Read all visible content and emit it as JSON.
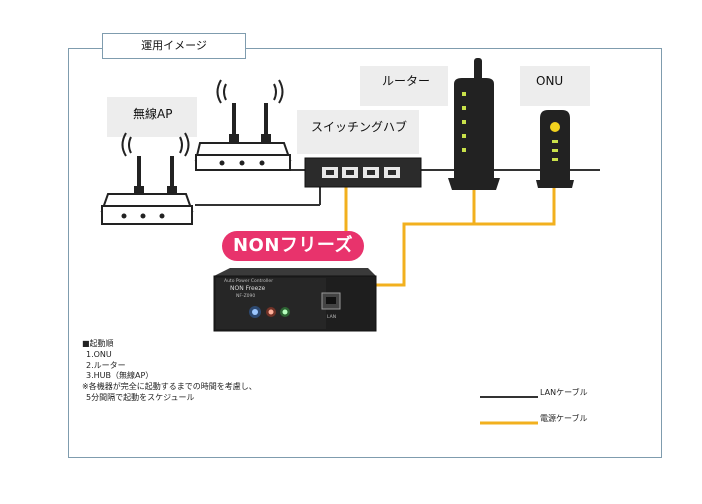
{
  "title": "運用イメージ",
  "labels": {
    "wireless_ap": "無線AP",
    "router": "ルーター",
    "onu": "ONU",
    "switching_hub": "スイッチングハブ"
  },
  "product": {
    "badge": "NONフリーズ",
    "panel_line1": "Auto Power Controller",
    "panel_line2": "NON Freeze",
    "panel_line3": "NF-Z090",
    "port_label": "LAN"
  },
  "boot_order": {
    "heading": "■起動順",
    "items": [
      "1.ONU",
      "2.ルーター",
      "3.HUB（無線AP）"
    ],
    "note_line1": "※各機器が完全に起動するまでの時間を考慮し、",
    "note_line2": "5分間隔で起動をスケジュール"
  },
  "legend": {
    "lan": "LANケーブル",
    "power": "電源ケーブル"
  },
  "colors": {
    "lan_cable": "#333333",
    "power_cable": "#f2b01e",
    "badge": "#e8336c",
    "frame": "#7f9cae"
  }
}
